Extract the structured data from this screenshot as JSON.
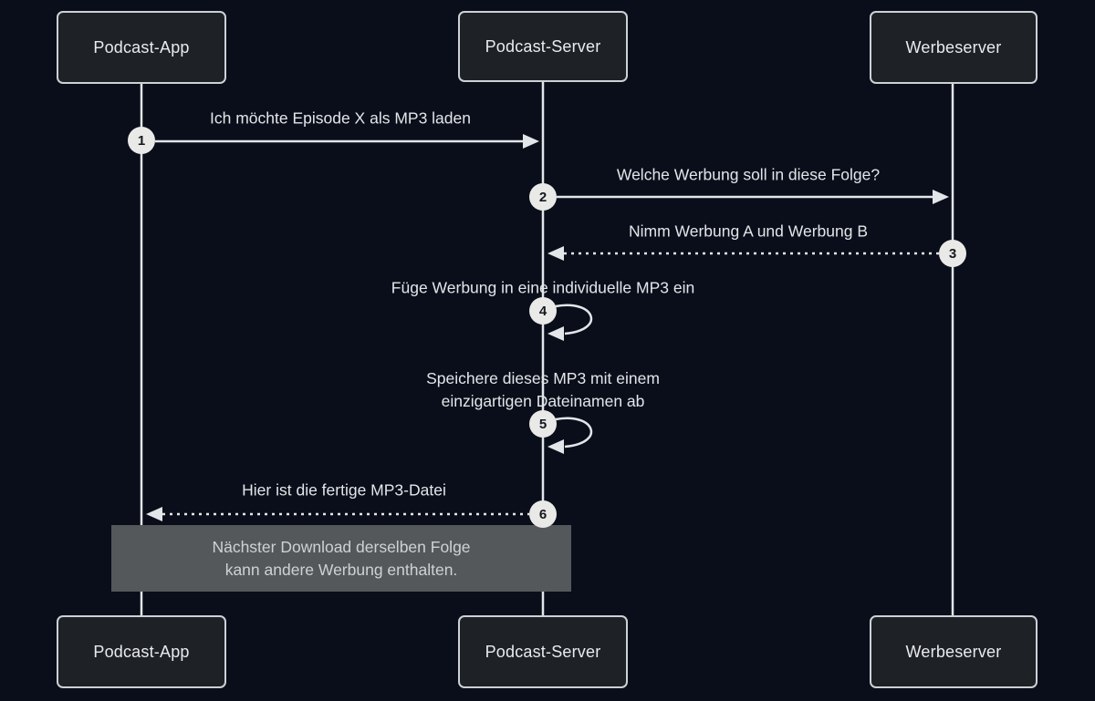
{
  "diagram": {
    "type": "uml-sequence",
    "background_color": "#0a0e1a",
    "box_fill": "#1e2126",
    "box_border": "#ccd1d6",
    "line_color": "#e3e6e9",
    "note_fill": "#54585b"
  },
  "actors": [
    {
      "name": "Podcast-App"
    },
    {
      "name": "Podcast-Server"
    },
    {
      "name": "Werbeserver"
    }
  ],
  "messages": [
    {
      "num": "1",
      "label": "Ich möchte Episode X als MP3 laden",
      "from": "Podcast-App",
      "to": "Podcast-Server",
      "line": "solid"
    },
    {
      "num": "2",
      "label": "Welche Werbung soll in diese Folge?",
      "from": "Podcast-Server",
      "to": "Werbeserver",
      "line": "solid"
    },
    {
      "num": "3",
      "label": "Nimm Werbung A und Werbung B",
      "from": "Werbeserver",
      "to": "Podcast-Server",
      "line": "dashed"
    },
    {
      "num": "4",
      "label_lines": [
        "Füge Werbung in eine individuelle MP3 ein"
      ],
      "from": "Podcast-Server",
      "to": "Podcast-Server",
      "line": "self-loop"
    },
    {
      "num": "5",
      "label_lines": [
        "Speichere dieses MP3 mit einem",
        "einzigartigen Dateinamen ab"
      ],
      "from": "Podcast-Server",
      "to": "Podcast-Server",
      "line": "self-loop"
    },
    {
      "num": "6",
      "label": "Hier ist die fertige MP3-Datei",
      "from": "Podcast-Server",
      "to": "Podcast-App",
      "line": "dashed"
    }
  ],
  "note": {
    "lines": [
      "Nächster Download derselben Folge",
      "kann andere Werbung enthalten."
    ]
  }
}
